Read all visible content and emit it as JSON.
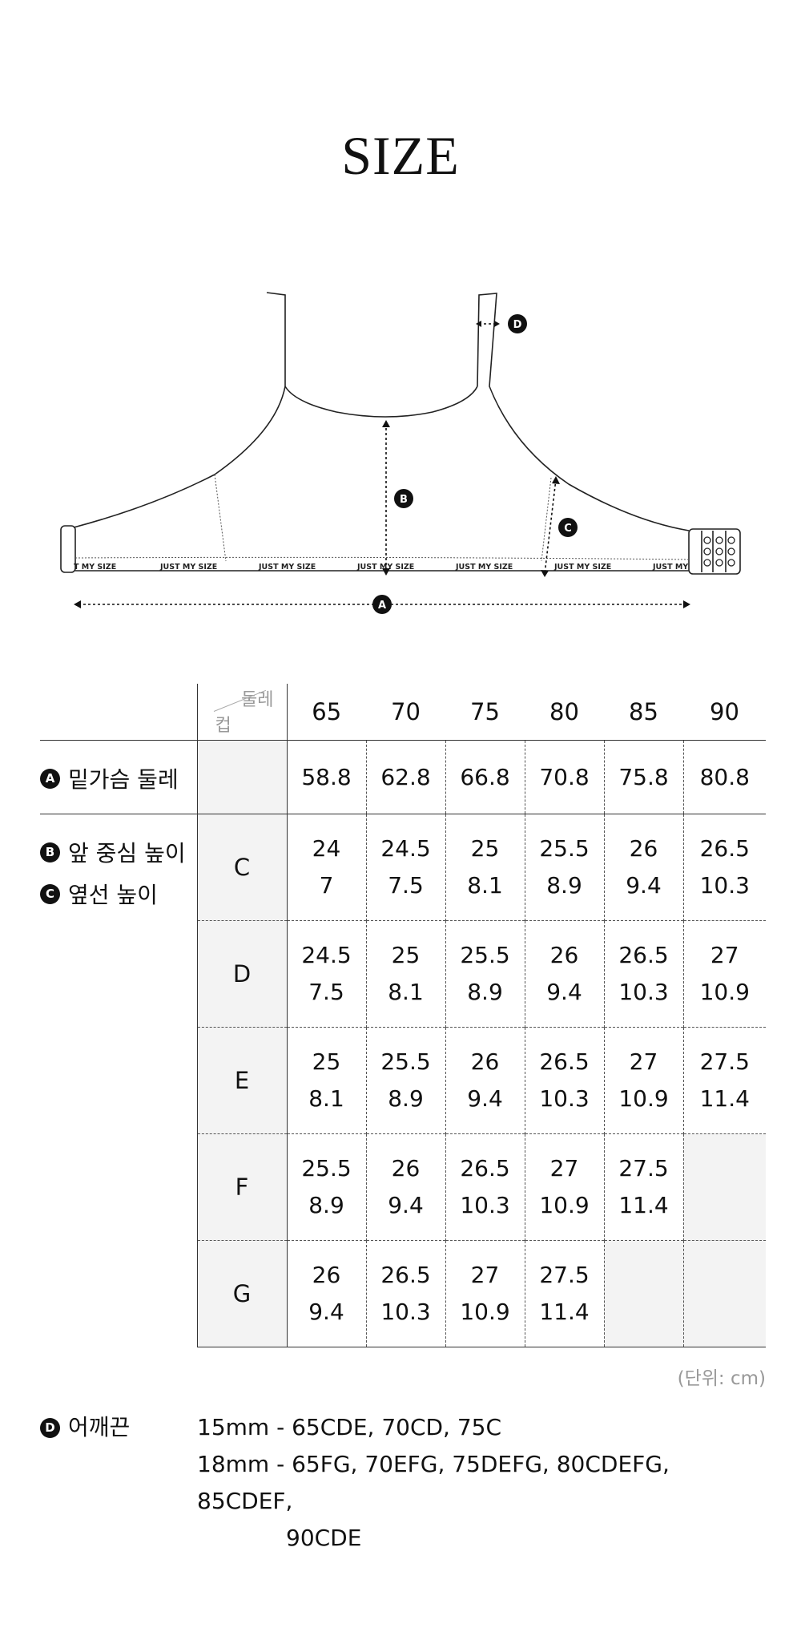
{
  "title": "SIZE",
  "diagram": {
    "band_text": "JUST MY SIZE",
    "labels": {
      "a": "A",
      "b": "B",
      "c": "C",
      "d": "D"
    }
  },
  "table": {
    "corner_top": "둘레",
    "corner_bottom": "컵",
    "band_sizes": [
      "65",
      "70",
      "75",
      "80",
      "85",
      "90"
    ],
    "underbust": {
      "badge": "A",
      "label": "밑가슴 둘레",
      "values": [
        "58.8",
        "62.8",
        "66.8",
        "70.8",
        "75.8",
        "80.8"
      ]
    },
    "height_labels": [
      {
        "badge": "B",
        "label": "앞 중심 높이"
      },
      {
        "badge": "C",
        "label": "옆선 높이"
      }
    ],
    "cups": [
      {
        "cup": "C",
        "cells": [
          {
            "top": "24",
            "bottom": "7"
          },
          {
            "top": "24.5",
            "bottom": "7.5"
          },
          {
            "top": "25",
            "bottom": "8.1"
          },
          {
            "top": "25.5",
            "bottom": "8.9"
          },
          {
            "top": "26",
            "bottom": "9.4"
          },
          {
            "top": "26.5",
            "bottom": "10.3"
          }
        ]
      },
      {
        "cup": "D",
        "cells": [
          {
            "top": "24.5",
            "bottom": "7.5"
          },
          {
            "top": "25",
            "bottom": "8.1"
          },
          {
            "top": "25.5",
            "bottom": "8.9"
          },
          {
            "top": "26",
            "bottom": "9.4"
          },
          {
            "top": "26.5",
            "bottom": "10.3"
          },
          {
            "top": "27",
            "bottom": "10.9"
          }
        ]
      },
      {
        "cup": "E",
        "cells": [
          {
            "top": "25",
            "bottom": "8.1"
          },
          {
            "top": "25.5",
            "bottom": "8.9"
          },
          {
            "top": "26",
            "bottom": "9.4"
          },
          {
            "top": "26.5",
            "bottom": "10.3"
          },
          {
            "top": "27",
            "bottom": "10.9"
          },
          {
            "top": "27.5",
            "bottom": "11.4"
          }
        ]
      },
      {
        "cup": "F",
        "cells": [
          {
            "top": "25.5",
            "bottom": "8.9"
          },
          {
            "top": "26",
            "bottom": "9.4"
          },
          {
            "top": "26.5",
            "bottom": "10.3"
          },
          {
            "top": "27",
            "bottom": "10.9"
          },
          {
            "top": "27.5",
            "bottom": "11.4"
          },
          null
        ]
      },
      {
        "cup": "G",
        "cells": [
          {
            "top": "26",
            "bottom": "9.4"
          },
          {
            "top": "26.5",
            "bottom": "10.3"
          },
          {
            "top": "27",
            "bottom": "10.9"
          },
          {
            "top": "27.5",
            "bottom": "11.4"
          },
          null,
          null
        ]
      }
    ]
  },
  "unit": "(단위: cm)",
  "strap": {
    "badge": "D",
    "label": "어깨끈",
    "line1": "15mm - 65CDE, 70CD, 75C",
    "line2": "18mm - 65FG, 70EFG, 75DEFG, 80CDEFG, 85CDEF,",
    "line3": "90CDE"
  }
}
